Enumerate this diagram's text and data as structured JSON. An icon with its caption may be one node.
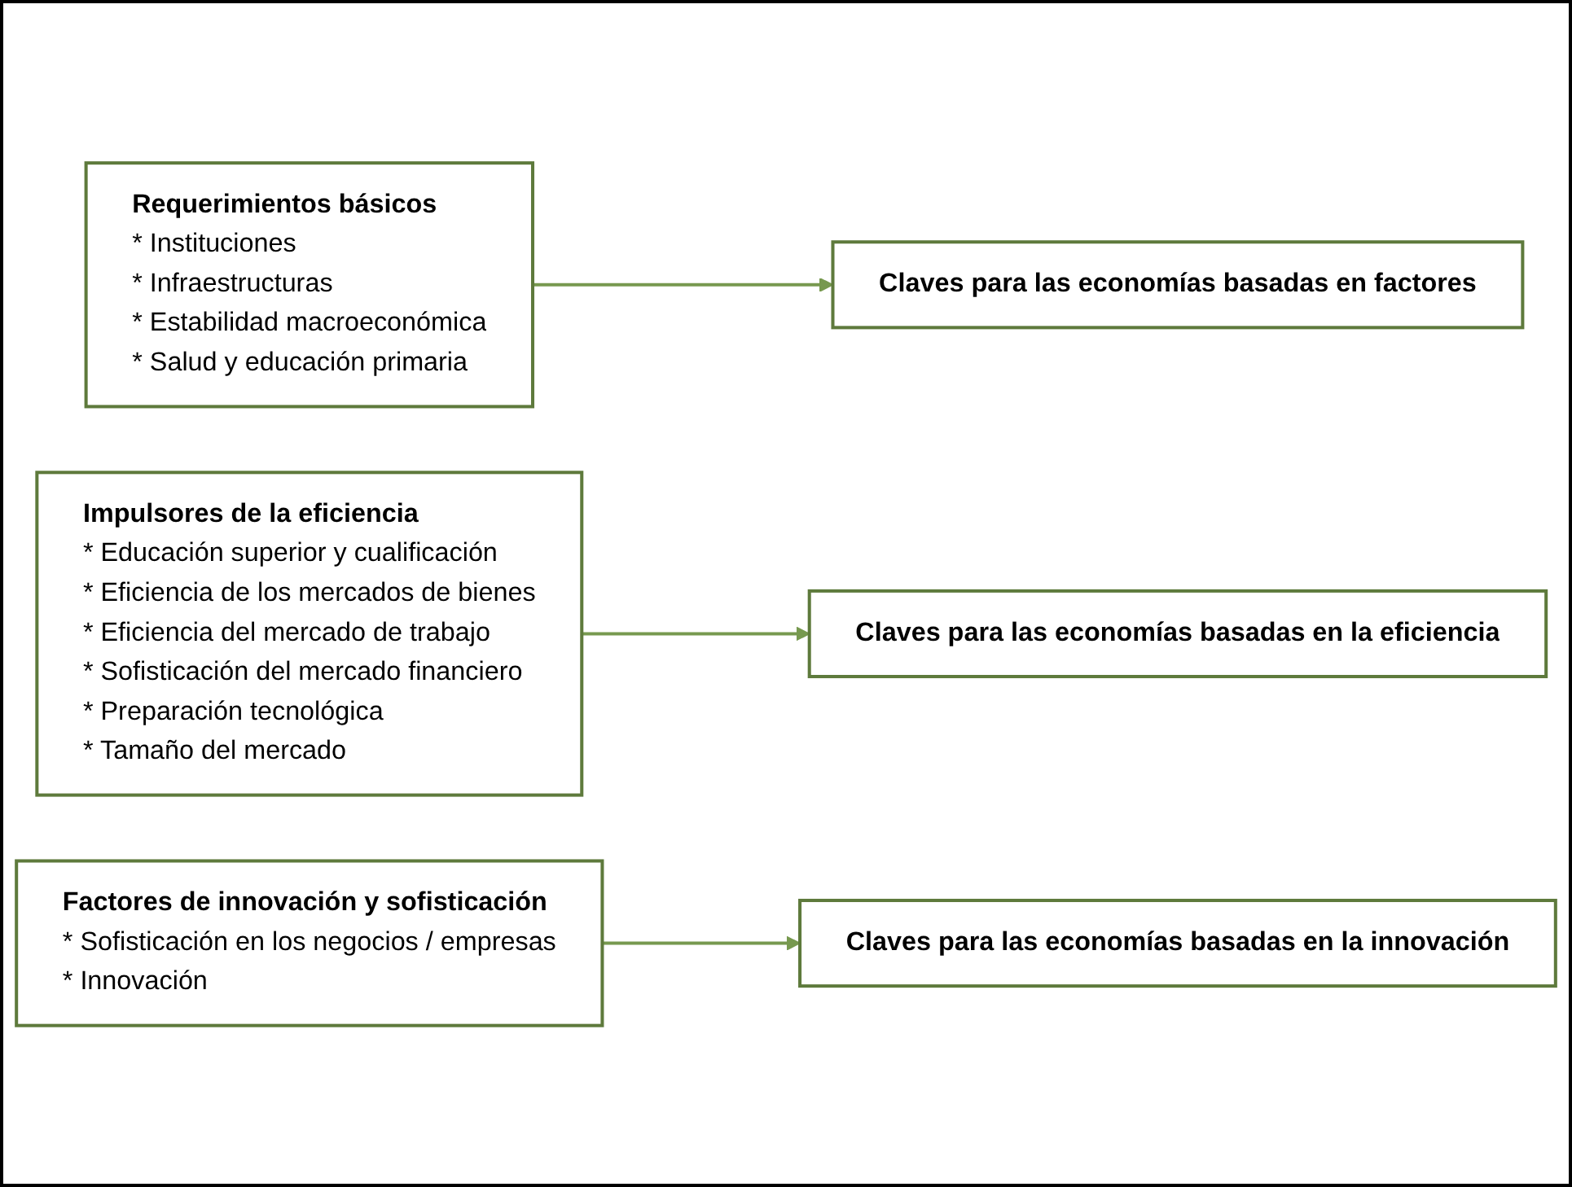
{
  "diagram": {
    "nodes": [
      {
        "text": [
          "Requerimientos básicos",
          "* Instituciones",
          "* Infraestructuras",
          "* Estabilidad macroeconómica",
          "* Salud y educación primaria"
        ]
      },
      {
        "text": [
          "Claves para las economías basadas en factores"
        ]
      },
      {
        "text": [
          "Impulsores de la eficiencia",
          "* Educación superior y cualificación",
          "* Eficiencia de los mercados de bienes",
          "* Eficiencia del mercado de trabajo",
          "* Sofisticación del mercado financiero",
          "* Preparación tecnológica",
          "* Tamaño del mercado"
        ]
      },
      {
        "text": [
          "Claves para las economías basadas en la eficiencia"
        ]
      },
      {
        "text": [
          "Factores de innovación y sofisticación",
          "* Sofisticación en los negocios / empresas",
          "* Innovación"
        ]
      },
      {
        "text": [
          "Claves para las economías basadas en la innovación"
        ]
      }
    ],
    "edges": [
      {
        "from": 0,
        "to": 1,
        "arrow": "to"
      },
      {
        "from": 2,
        "to": 3,
        "arrow": "to"
      },
      {
        "from": 4,
        "to": 5,
        "arrow": "to"
      }
    ]
  }
}
